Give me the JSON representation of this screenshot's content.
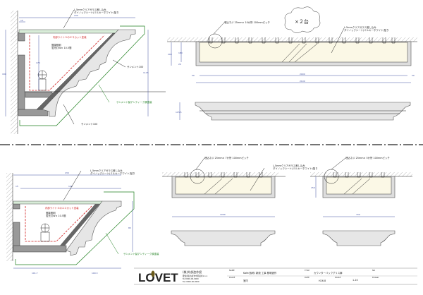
{
  "labels": {
    "glass_note_1": "L-5mmクリアガラス差し込み",
    "glass_note_2": "ダイノックシート(ミルキーホワイト)貼り",
    "light_note": "内部ライトＳのエコカット塗装",
    "fixture_note_1": "間接照明",
    "fixture_note_2": "蛍光灯W× 10.5間",
    "moulding_note_top": "サンメント100",
    "moulding_note_bottom": "サンメント100",
    "paint_note": "サンメント製アンティーク調塗装",
    "bolt_note_top": "埋込ネジ 25mm× 10か所 100mmピッチ",
    "bolt_note_bl": "埋込ネジ 25mm× 7か所 100mmピッチ",
    "bolt_note_br": "埋込ネジ 25mm× 5か所 100mmピッチ",
    "quantity_cloud": "×２台"
  },
  "dimensions": {
    "top_section_width": "230",
    "top_section_offset": "15",
    "top_section_height": "170",
    "top_section_total": "1115",
    "top_section_wall": "180",
    "top_front_height": "200",
    "top_front_inner": "180",
    "top_front_small": "20",
    "top_front_inner_width": "2000",
    "top_front_total_width": "2100",
    "top_front_side": "50",
    "top_profile_height": "115.5",
    "bottom_section_width": "230",
    "bottom_section_inner": "190",
    "bottom_section_offset": "15",
    "bottom_section_height": "85",
    "bottom_section_base1": "101.7",
    "bottom_section_base2": "100.3",
    "bottom_front_height": "150",
    "bottom_left_width": "1000",
    "bottom_right_width": "700"
  },
  "title_block": {
    "logo": "LOVET",
    "company": "(株)外部造作設",
    "address": "愛知県名古屋市中区栄町1-1-1",
    "tel": "Tel 0000-00-0000",
    "fax": "Fax 0000-00-0000",
    "name_label": "NAME",
    "name_value": "Kafe(仮称) 新設 工事 照明造作",
    "place_label": "PLACE",
    "place_value": "室内",
    "title_label": "TITLE",
    "title_value": "カウンターバックグリス扉",
    "date_label": "DATE",
    "date_value": "H26.8",
    "scale_label": "SCALE",
    "scale_value": "1-10",
    "no_label": "NO",
    "drawer_label": "Drawer"
  }
}
